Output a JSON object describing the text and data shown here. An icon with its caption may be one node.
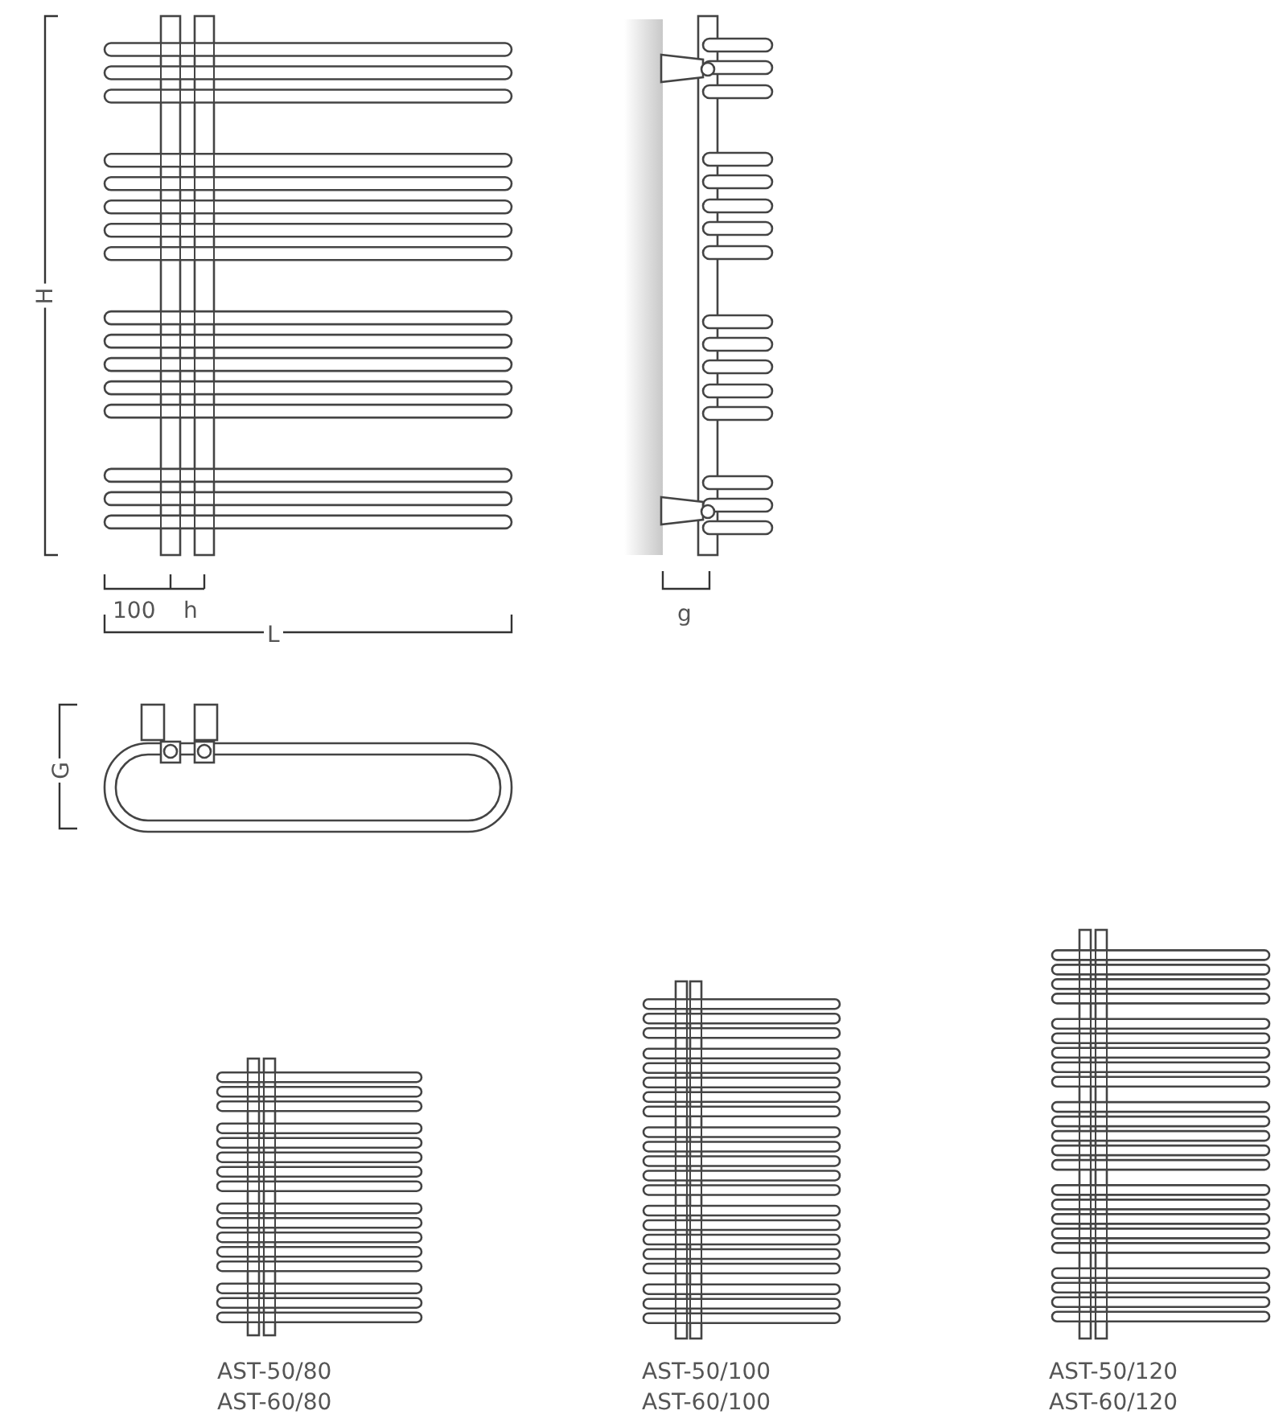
{
  "diagram": {
    "labels": [
      "H",
      "100",
      "h",
      "L",
      "g",
      "G",
      "AST-50/80",
      "AST-60/80",
      "AST-50/100",
      "AST-60/100",
      "AST-50/120",
      "AST-60/120"
    ]
  }
}
